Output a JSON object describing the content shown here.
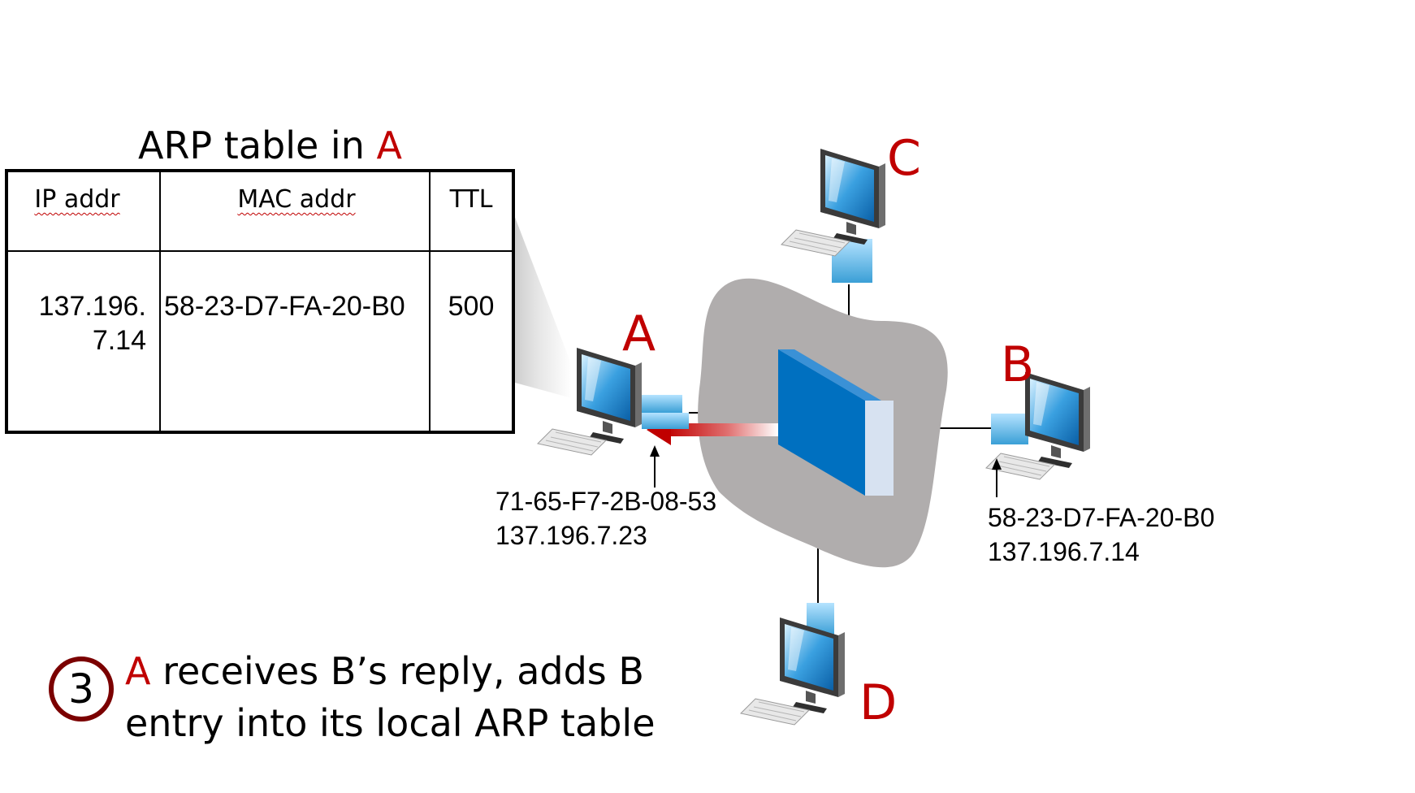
{
  "title": {
    "prefix": "ARP table in ",
    "host": "A"
  },
  "arp_table": {
    "headers": {
      "ip": "IP addr",
      "mac": "MAC addr",
      "ttl": "TTL"
    },
    "rows": [
      {
        "ip_line1": "137.196.",
        "ip_line2": "7.14",
        "mac": "58-23-D7-FA-20-B0",
        "ttl": "500"
      }
    ]
  },
  "nodes": {
    "A": {
      "label": "A",
      "mac": "71-65-F7-2B-08-53",
      "ip": "137.196.7.23"
    },
    "B": {
      "label": "B",
      "mac": "58-23-D7-FA-20-B0",
      "ip": "137.196.7.14"
    },
    "C": {
      "label": "C"
    },
    "D": {
      "label": "D"
    }
  },
  "step": {
    "number": "3",
    "host": "A",
    "line1": " receives B’s reply, adds B",
    "line2": "entry into its local ARP table"
  },
  "colors": {
    "accent_red": "#c00000",
    "cloud_gray": "#b0adad",
    "switch_blue": "#0070c0",
    "step_circle": "#7b0000"
  },
  "icons": [
    "computer-icon",
    "switch-icon",
    "network-cloud",
    "reply-arrow"
  ]
}
